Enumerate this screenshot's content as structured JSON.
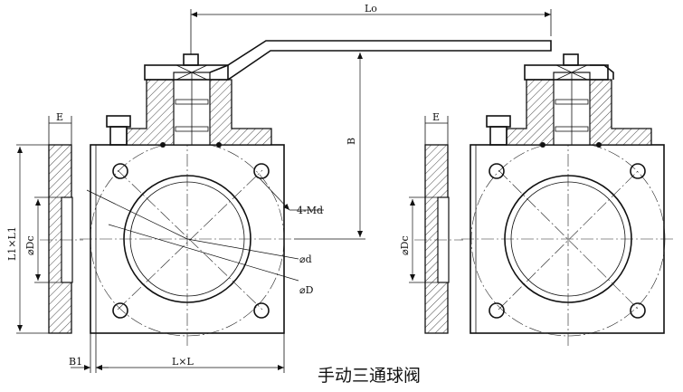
{
  "caption": "手动三通球阀",
  "dimensions": {
    "lo": "Lo",
    "b": "B",
    "e_left": "E",
    "e_right": "E",
    "l1xl1": "L1×L1",
    "dc_left": "⌀Dc",
    "dc_right": "⌀Dc",
    "bolts": "4-Md",
    "d_small": "⌀d",
    "d_large": "⌀D",
    "b1": "B1",
    "lxl": "L×L"
  }
}
